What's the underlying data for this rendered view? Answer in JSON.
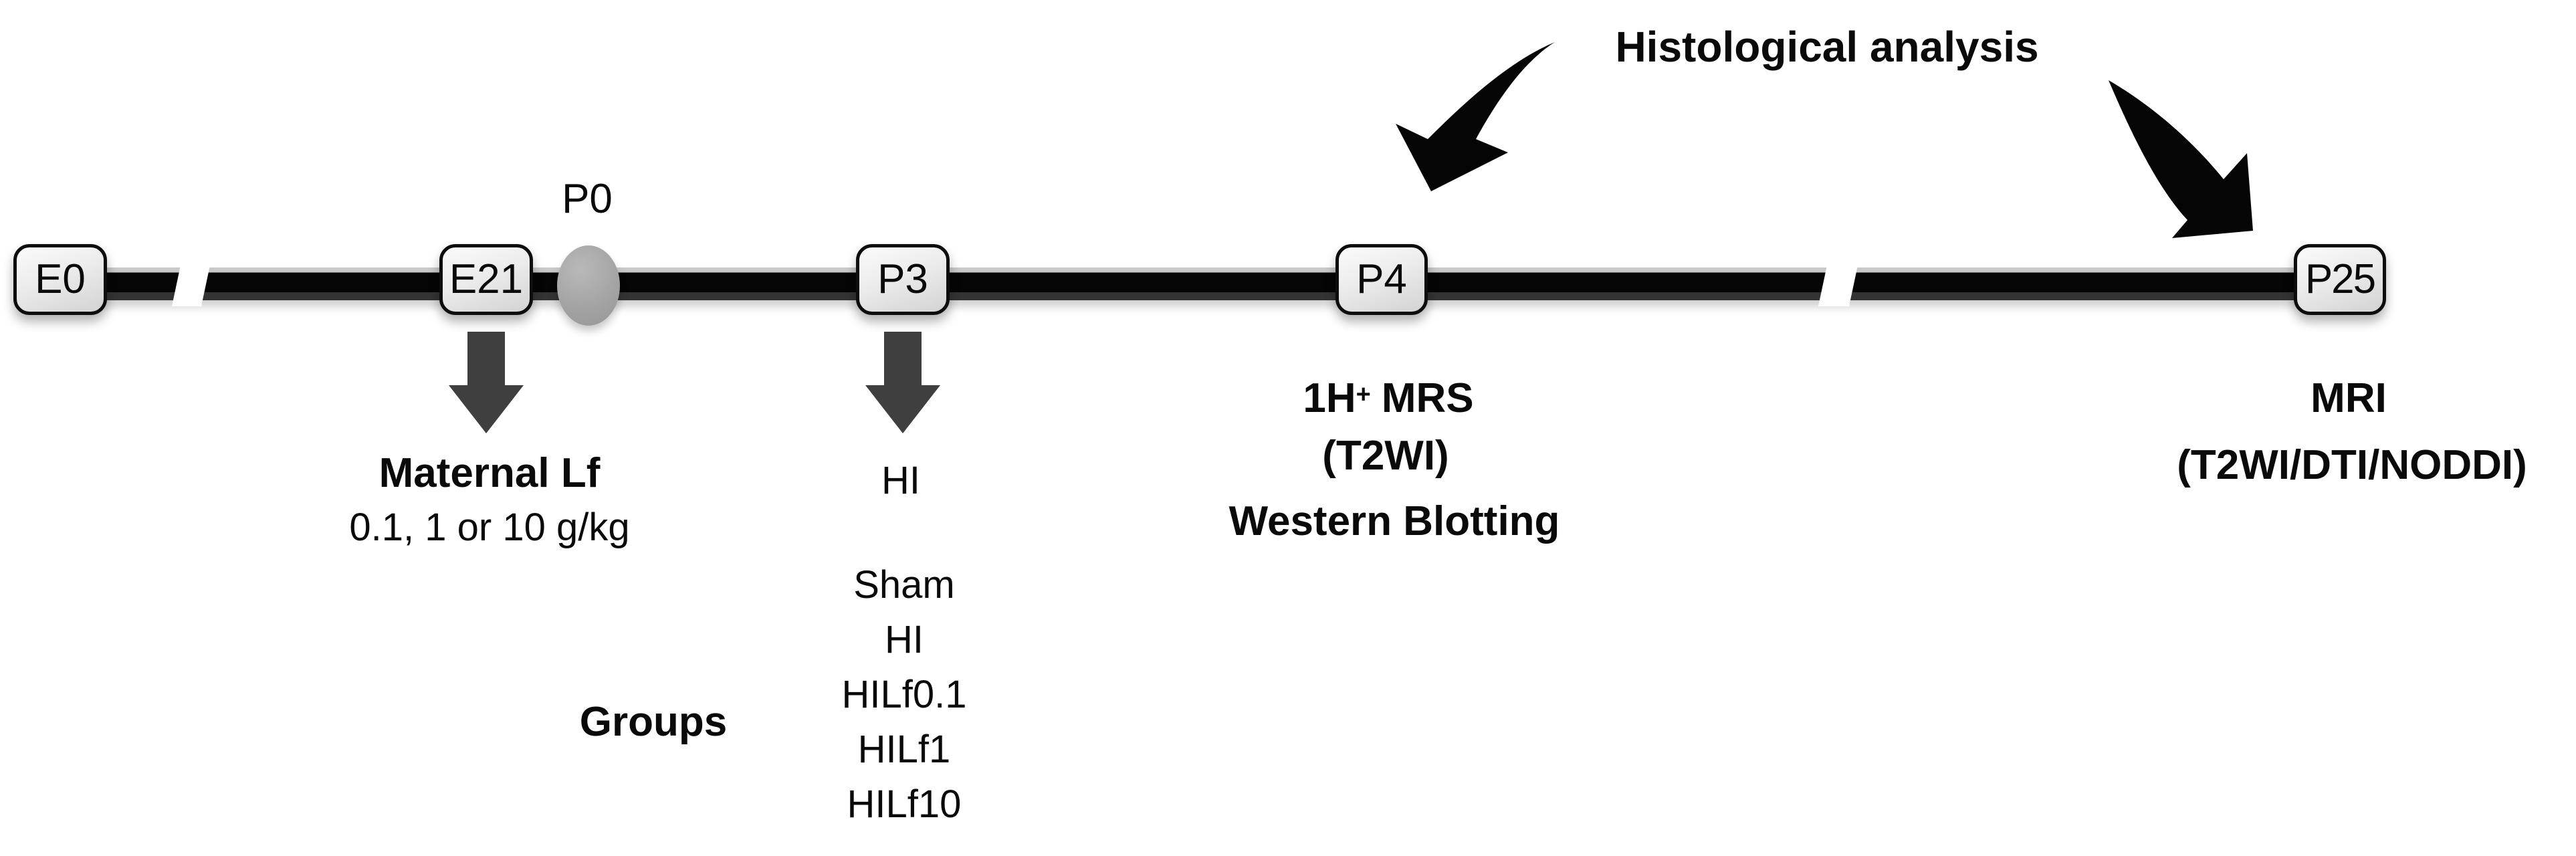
{
  "figure": {
    "top_annotation": {
      "label": "Histological analysis"
    },
    "timeline": {
      "bar_color": "#000000",
      "node_box_fill": "#e8e8e8",
      "node_box_border": "#0d0d0d",
      "nodes": [
        {
          "label": "E0"
        },
        {
          "label": "E21"
        },
        {
          "label": "P0",
          "marker": "gray-ellipse",
          "marker_color": "#a2a2a2"
        },
        {
          "label": "P3"
        },
        {
          "label": "P4"
        },
        {
          "label": "P25"
        }
      ]
    },
    "annotations": {
      "e21": {
        "arrow_color": "#3f3f3f",
        "title": "Maternal Lf",
        "detail": "0.1, 1 or 10 g/kg"
      },
      "p3": {
        "arrow_color": "#3f3f3f",
        "event": "HI"
      },
      "groups": {
        "label": "Groups",
        "items": [
          "Sham",
          "HI",
          "HILf0.1",
          "HILf1",
          "HILf10"
        ]
      },
      "p4": {
        "mrs_prefix": "1H",
        "mrs_sup": "+",
        "mrs_suffix": "MRS",
        "line2": "(T2WI)",
        "line3": "Western Blotting"
      },
      "p25": {
        "line1": "MRI",
        "line2": "(T2WI/DTI/NODDI)"
      }
    }
  }
}
